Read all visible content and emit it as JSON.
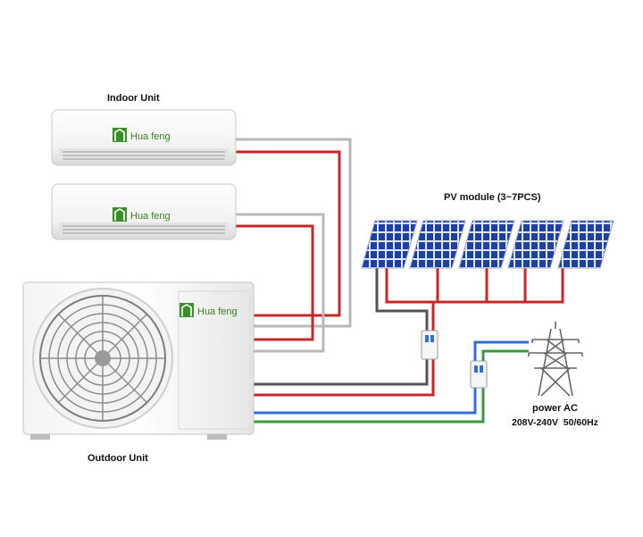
{
  "labels": {
    "indoor_unit": "Indoor Unit",
    "outdoor_unit": "Outdoor Unit",
    "pv_module": "PV module (3~7PCS)",
    "power_ac": "power AC",
    "voltage": "208V-240V  50/60Hz"
  },
  "brand": {
    "name": "Hua feng",
    "logo_color": "#3a8f2a"
  },
  "pv_panel_count": 5,
  "wire_colors": {
    "positive": "#c62828",
    "negative": "#b8b8b8",
    "dark": "#555555",
    "ac_blue": "#2f6fd6",
    "ac_green": "#3a9a3a"
  },
  "icons": {
    "tower": "transmission-tower-icon",
    "breaker": "circuit-breaker-icon",
    "fan": "fan-icon",
    "logo": "hua-feng-logo-icon"
  }
}
